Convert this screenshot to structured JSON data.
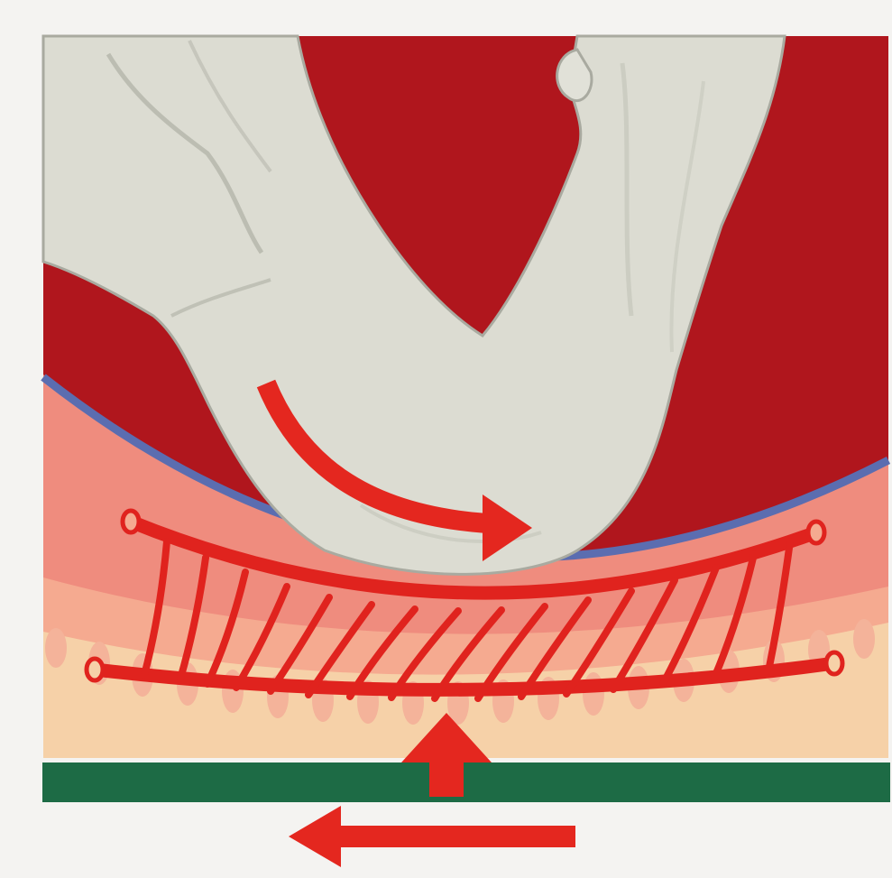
{
  "figure": {
    "colors": {
      "background": "#f4f3f1",
      "deep_tissue": "#b0161d",
      "bone": "#dcdcd2",
      "bone_shadow": "#a9aaa0",
      "periosteum_line": "#5b6db0",
      "soft_tissue_upper": "#ef8c7e",
      "soft_tissue_middle": "#f5aa90",
      "skin": "#f6d1a8",
      "vessels": "#e0231e",
      "support_surface": "#1d6b45",
      "arrows": "#e4271f"
    },
    "elements": {
      "bone": "bone-prominence",
      "vessel_network": "compressed-vessel-network",
      "rotation_arrow": "rotation-arrow-icon",
      "pressure_arrow": "upward-pressure-arrow-icon",
      "shear_arrow": "shear-left-arrow-icon",
      "surface": "support-surface-bar"
    }
  }
}
